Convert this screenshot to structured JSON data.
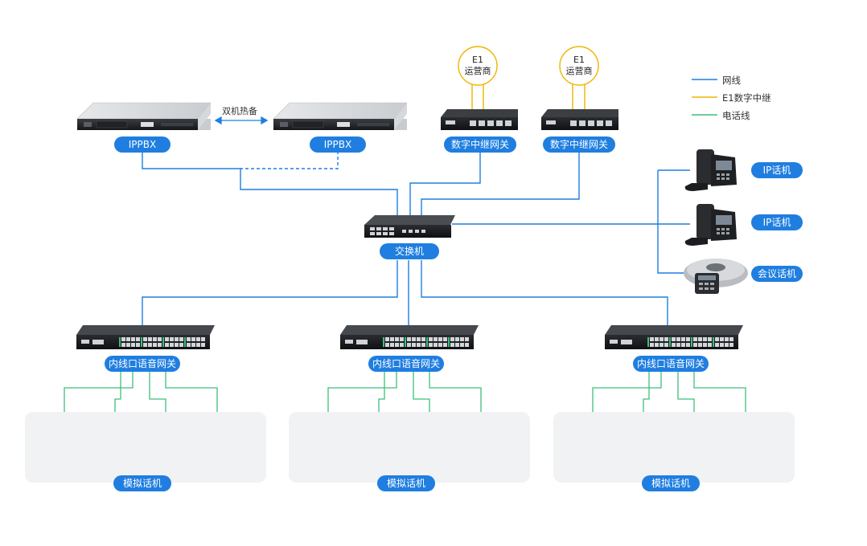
{
  "labels": {
    "ippbx_main": "IPPBX",
    "ippbx_backup": "IPPBX",
    "hot_standby": "双机热备",
    "trunk_gw_1": "数字中继网关",
    "trunk_gw_2": "数字中继网关",
    "e1_1_line1": "E1",
    "e1_1_line2": "运营商",
    "e1_2_line1": "E1",
    "e1_2_line2": "运营商",
    "switch": "交换机",
    "ip_phone_1": "IP话机",
    "ip_phone_2": "IP话机",
    "conference_phone": "会议话机",
    "fxs_gw_1": "内线口语音网关",
    "fxs_gw_2": "内线口语音网关",
    "fxs_gw_3": "内线口语音网关",
    "analog_1": "模拟话机",
    "analog_2": "模拟话机",
    "analog_3": "模拟话机"
  },
  "legend": [
    {
      "label": "网线",
      "color": "#1f7ee0"
    },
    {
      "label": "E1数字中继",
      "color": "#f0b400"
    },
    {
      "label": "电话线",
      "color": "#3cbf7a"
    }
  ],
  "colors": {
    "network": "#1f7ee0",
    "e1": "#f0b400",
    "phone_line": "#3cbf7a",
    "pill": "#1f7ee0"
  }
}
